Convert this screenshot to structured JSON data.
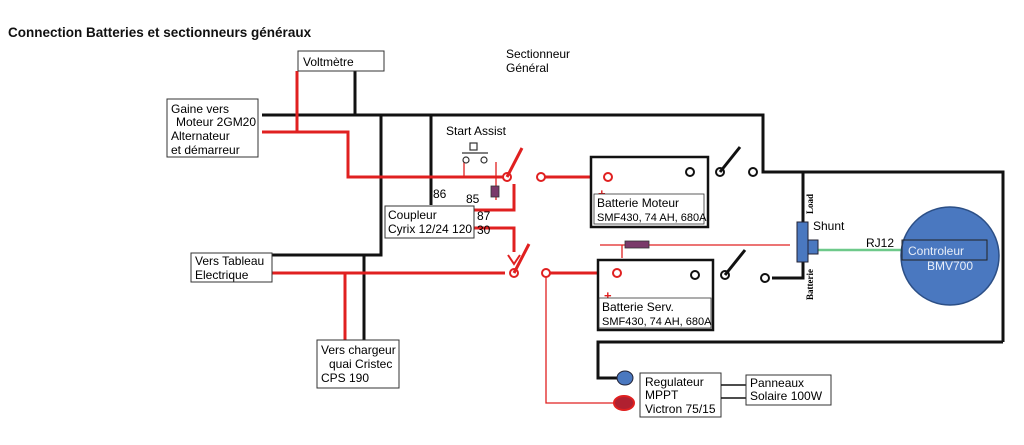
{
  "title": "Connection Batteries et sectionneurs généraux",
  "voltmetre": "Voltmètre",
  "sectionneur": [
    "Sectionneur",
    "Général"
  ],
  "gaine": [
    "Gaine vers",
    "Moteur 2GM20",
    "Alternateur",
    "et démarreur"
  ],
  "start_assist": "Start Assist",
  "coupleur": [
    "Coupleur",
    "Cyrix 12/24 120"
  ],
  "pins": {
    "p86": "86",
    "p85": "85",
    "p87": "87",
    "p30": "30"
  },
  "tableau": [
    "Vers Tableau",
    "Electrique"
  ],
  "chargeur": [
    "Vers chargeur",
    "quai Cristec",
    "CPS 190"
  ],
  "bat_moteur": [
    "Batterie Moteur",
    "SMF430, 74 AH, 680A"
  ],
  "bat_serv": [
    "Batterie Serv.",
    "SMF430, 74 AH, 680A"
  ],
  "shunt": "Shunt",
  "load": "Load",
  "batterie_vertical": "Batterie",
  "rj12": "RJ12",
  "controleur": [
    "Controleur",
    "BMV700"
  ],
  "regulateur": [
    "Regulateur",
    "MPPT",
    "Victron  75/15"
  ],
  "panneaux": [
    "Panneaux",
    "Solaire 100W"
  ],
  "plus_sign": "+",
  "colors": {
    "positive": "#e02020",
    "negative": "#111111",
    "data_link": "#6ec98a",
    "controller": "#4a78c0",
    "mppt_neg": "#4a78c0",
    "mppt_pos": "#b02030",
    "fuse": "#7a3a6a"
  }
}
